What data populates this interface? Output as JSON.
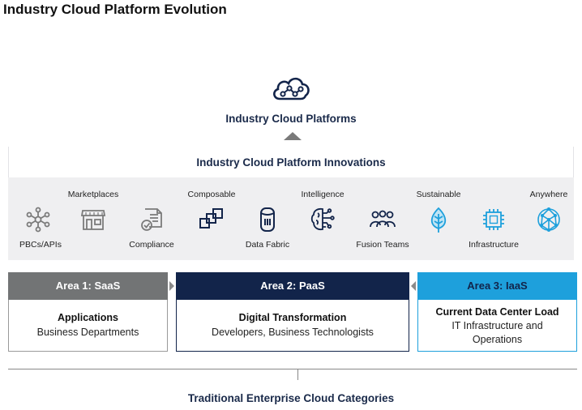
{
  "title": "Industry Cloud Platform Evolution",
  "platform": {
    "label": "Industry Cloud Platforms",
    "icon": "cloud-network-icon"
  },
  "innovations": {
    "header": "Industry Cloud Platform Innovations",
    "items": [
      {
        "label": "PBCs/APIs",
        "icon": "api-hub-icon",
        "color": "#7a7a7a"
      },
      {
        "label": "Marketplaces",
        "icon": "storefront-icon",
        "color": "#7a7a7a"
      },
      {
        "label": "Compliance",
        "icon": "compliance-doc-icon",
        "color": "#7a7a7a"
      },
      {
        "label": "Composable",
        "icon": "stacked-squares-icon",
        "color": "#12244a"
      },
      {
        "label": "Data Fabric",
        "icon": "database-icon",
        "color": "#12244a"
      },
      {
        "label": "Intelligence",
        "icon": "brain-circuit-icon",
        "color": "#12244a"
      },
      {
        "label": "Fusion Teams",
        "icon": "team-icon",
        "color": "#12244a"
      },
      {
        "label": "Sustainable",
        "icon": "leaf-icon",
        "color": "#1ea0dc"
      },
      {
        "label": "Infrastructure",
        "icon": "chip-icon",
        "color": "#1ea0dc"
      },
      {
        "label": "Anywhere",
        "icon": "globe-network-icon",
        "color": "#1ea0dc"
      }
    ]
  },
  "areas": [
    {
      "header": "Area 1: SaaS",
      "title": "Applications",
      "subtitle": "Business Departments",
      "color": "#727475"
    },
    {
      "header": "Area 2: PaaS",
      "title": "Digital Transformation",
      "subtitle": "Developers, Business Technologists",
      "color": "#12244a"
    },
    {
      "header": "Area 3: IaaS",
      "title": "Current Data Center Load",
      "subtitle": "IT Infrastructure and Operations",
      "color": "#1ea0dc"
    }
  ],
  "footer": {
    "label": "Traditional Enterprise Cloud Categories"
  }
}
